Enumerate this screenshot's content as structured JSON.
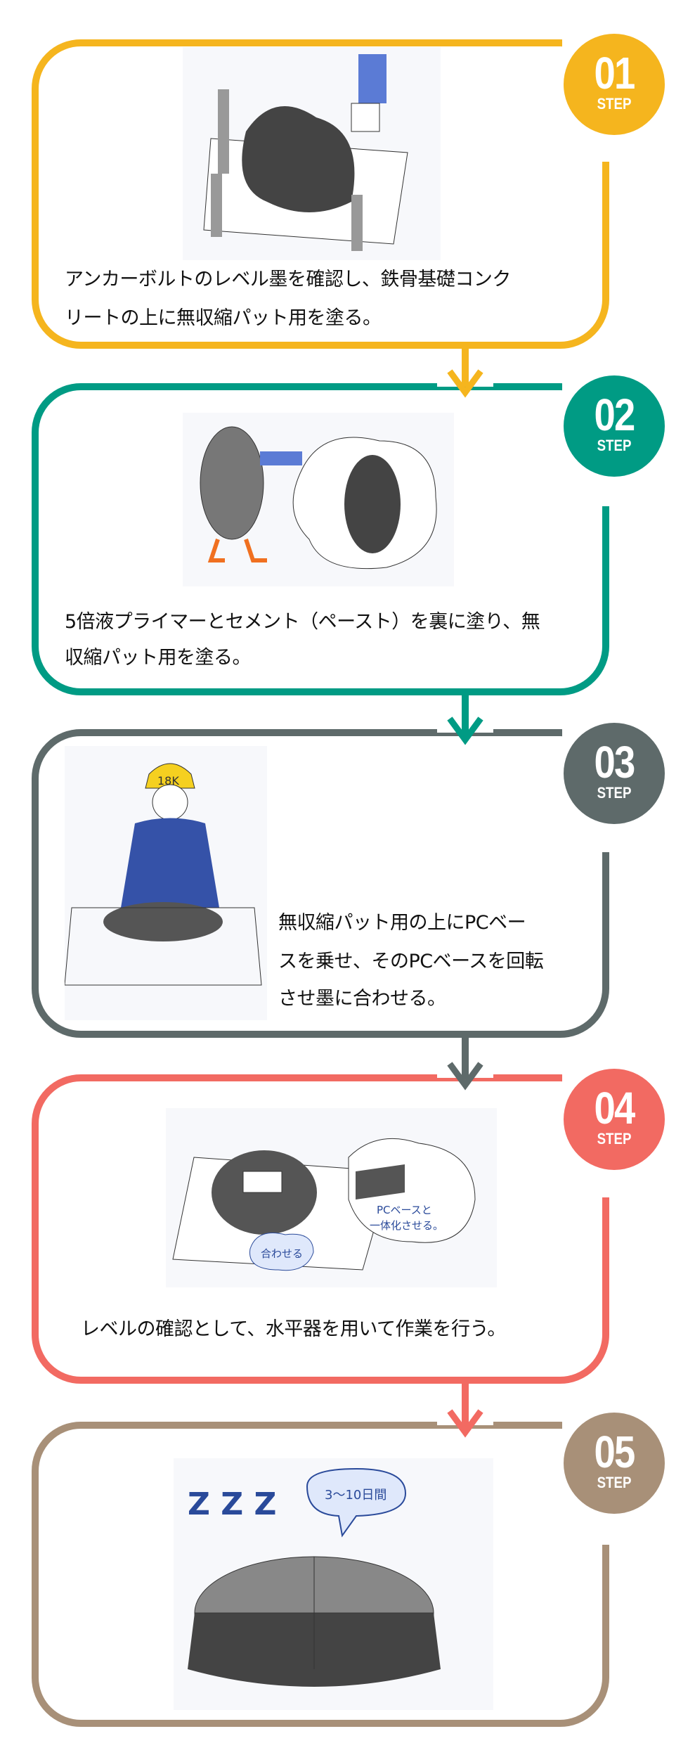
{
  "colors": {
    "step1": "#F5B51E",
    "step2": "#009B84",
    "step3": "#5E6A6A",
    "step4": "#F26A62",
    "step5": "#A89078"
  },
  "steps": [
    {
      "number": "01",
      "label": "STEP",
      "lines": [
        "アンカーボルトのレベル墨を確認し、鉄骨基礎コンク",
        "リートの上に無収縮パット用を塗る。"
      ]
    },
    {
      "number": "02",
      "label": "STEP",
      "lines": [
        "5倍液プライマーとセメント（ペースト）を裏に塗り、無",
        "収縮パット用を塗る。"
      ]
    },
    {
      "number": "03",
      "label": "STEP",
      "lines": [
        "無収縮パット用の上にPCベー",
        "スを乗せ、そのPCベースを回転",
        "させ墨に合わせる。"
      ],
      "helmet_text": "18K"
    },
    {
      "number": "04",
      "label": "STEP",
      "lines": [
        "レベルの確認として、水平器を用いて作業を行う。"
      ],
      "bubble_1": [
        "PCベースと",
        "一体化させる。"
      ],
      "bubble_2": "合わせる"
    },
    {
      "number": "05",
      "label": "STEP",
      "lines": [],
      "bubble": "3～10日間",
      "sleep": "Z Z Z"
    }
  ]
}
